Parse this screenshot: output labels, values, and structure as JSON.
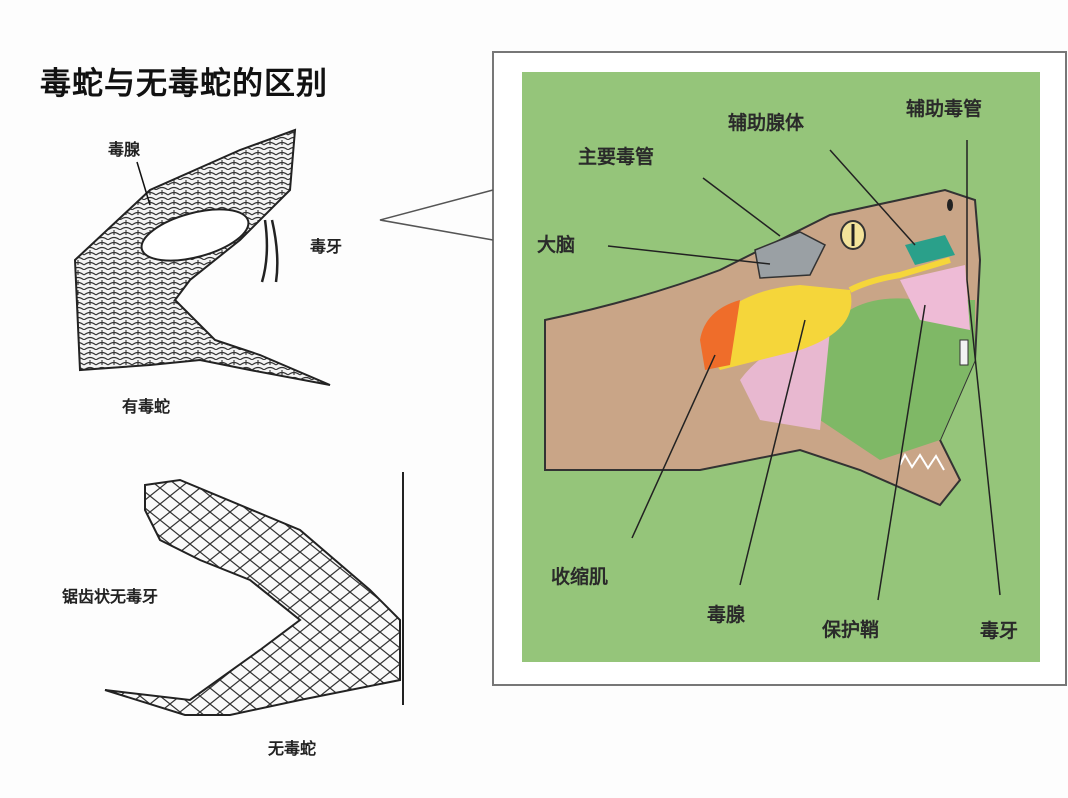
{
  "title": "毒蛇与无毒蛇的区别",
  "left_panel": {
    "venomous": {
      "gland_label": "毒腺",
      "fang_label": "毒牙",
      "caption": "有毒蛇"
    },
    "nonvenomous": {
      "teeth_label": "锯齿状无毒牙",
      "caption": "无毒蛇"
    }
  },
  "detail_panel": {
    "background_color": "#95c57a",
    "labels": {
      "accessory_gland": "辅助腺体",
      "accessory_duct": "辅助毒管",
      "main_duct": "主要毒管",
      "brain": "大脑",
      "compressor_muscle": "收缩肌",
      "venom_gland": "毒腺",
      "sheath": "保护鞘",
      "fang": "毒牙"
    }
  }
}
